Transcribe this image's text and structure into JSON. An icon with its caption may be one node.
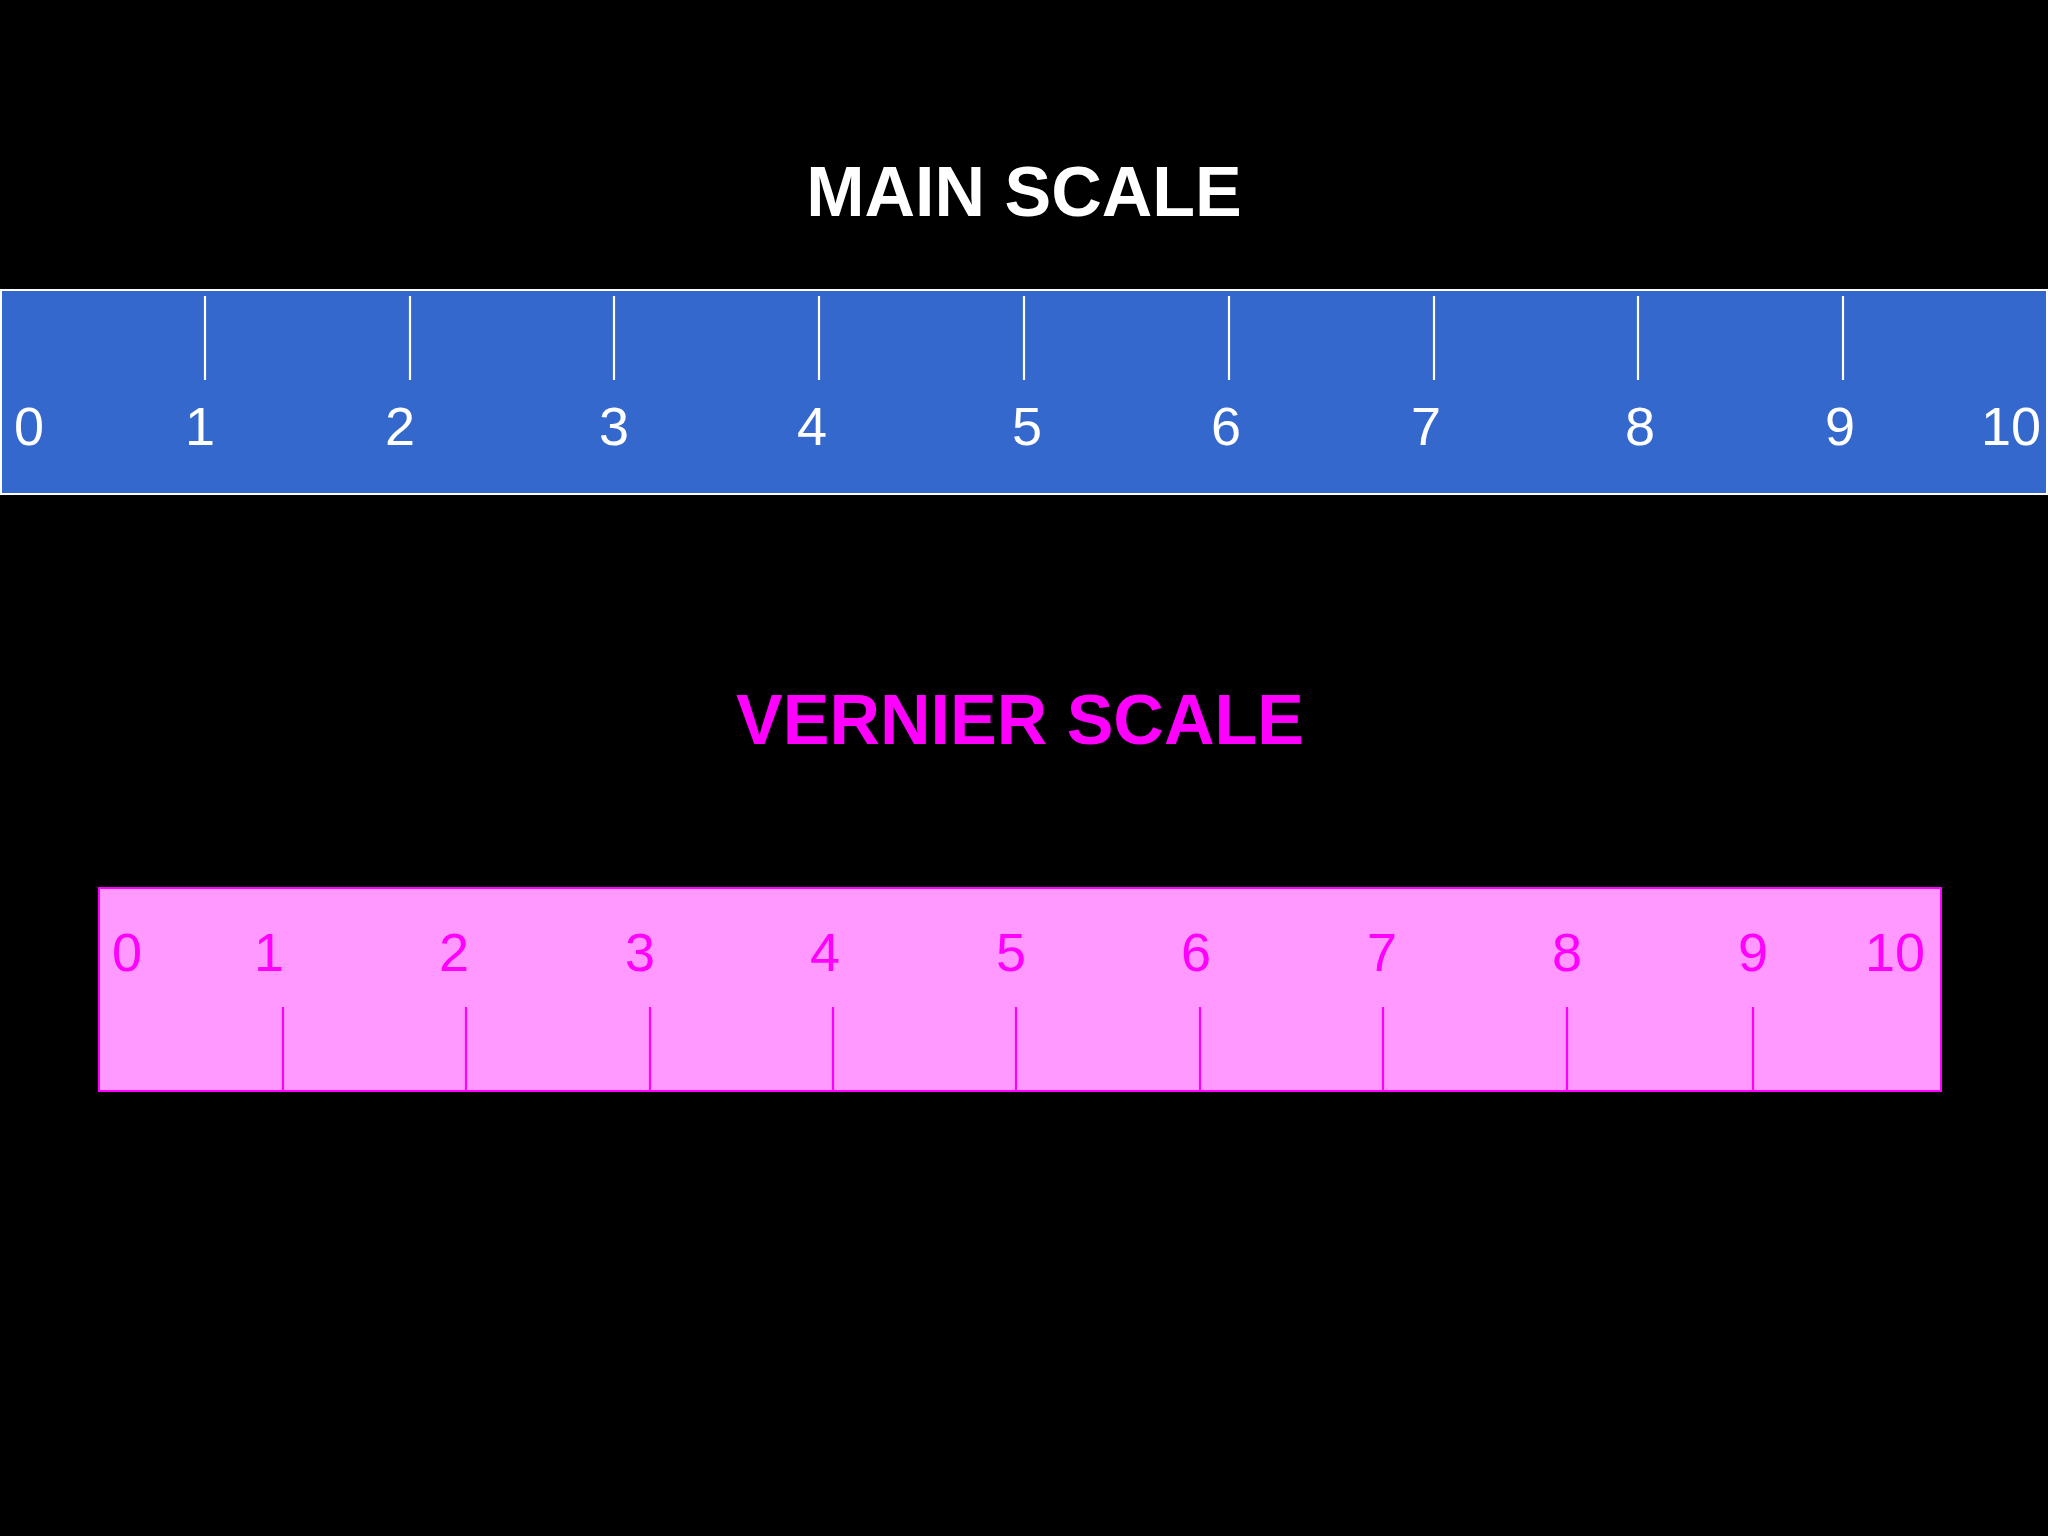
{
  "diagram": {
    "nodes": [
      {
        "text": [
          "MAIN SCALE",
          "0",
          "1",
          "2",
          "3",
          "4",
          "5",
          "6",
          "7",
          "8",
          "9",
          "10"
        ]
      },
      {
        "text": [
          "VERNIER SCALE",
          "0",
          "1",
          "2",
          "3",
          "4",
          "5",
          "6",
          "7",
          "8",
          "9",
          "10"
        ]
      }
    ]
  }
}
